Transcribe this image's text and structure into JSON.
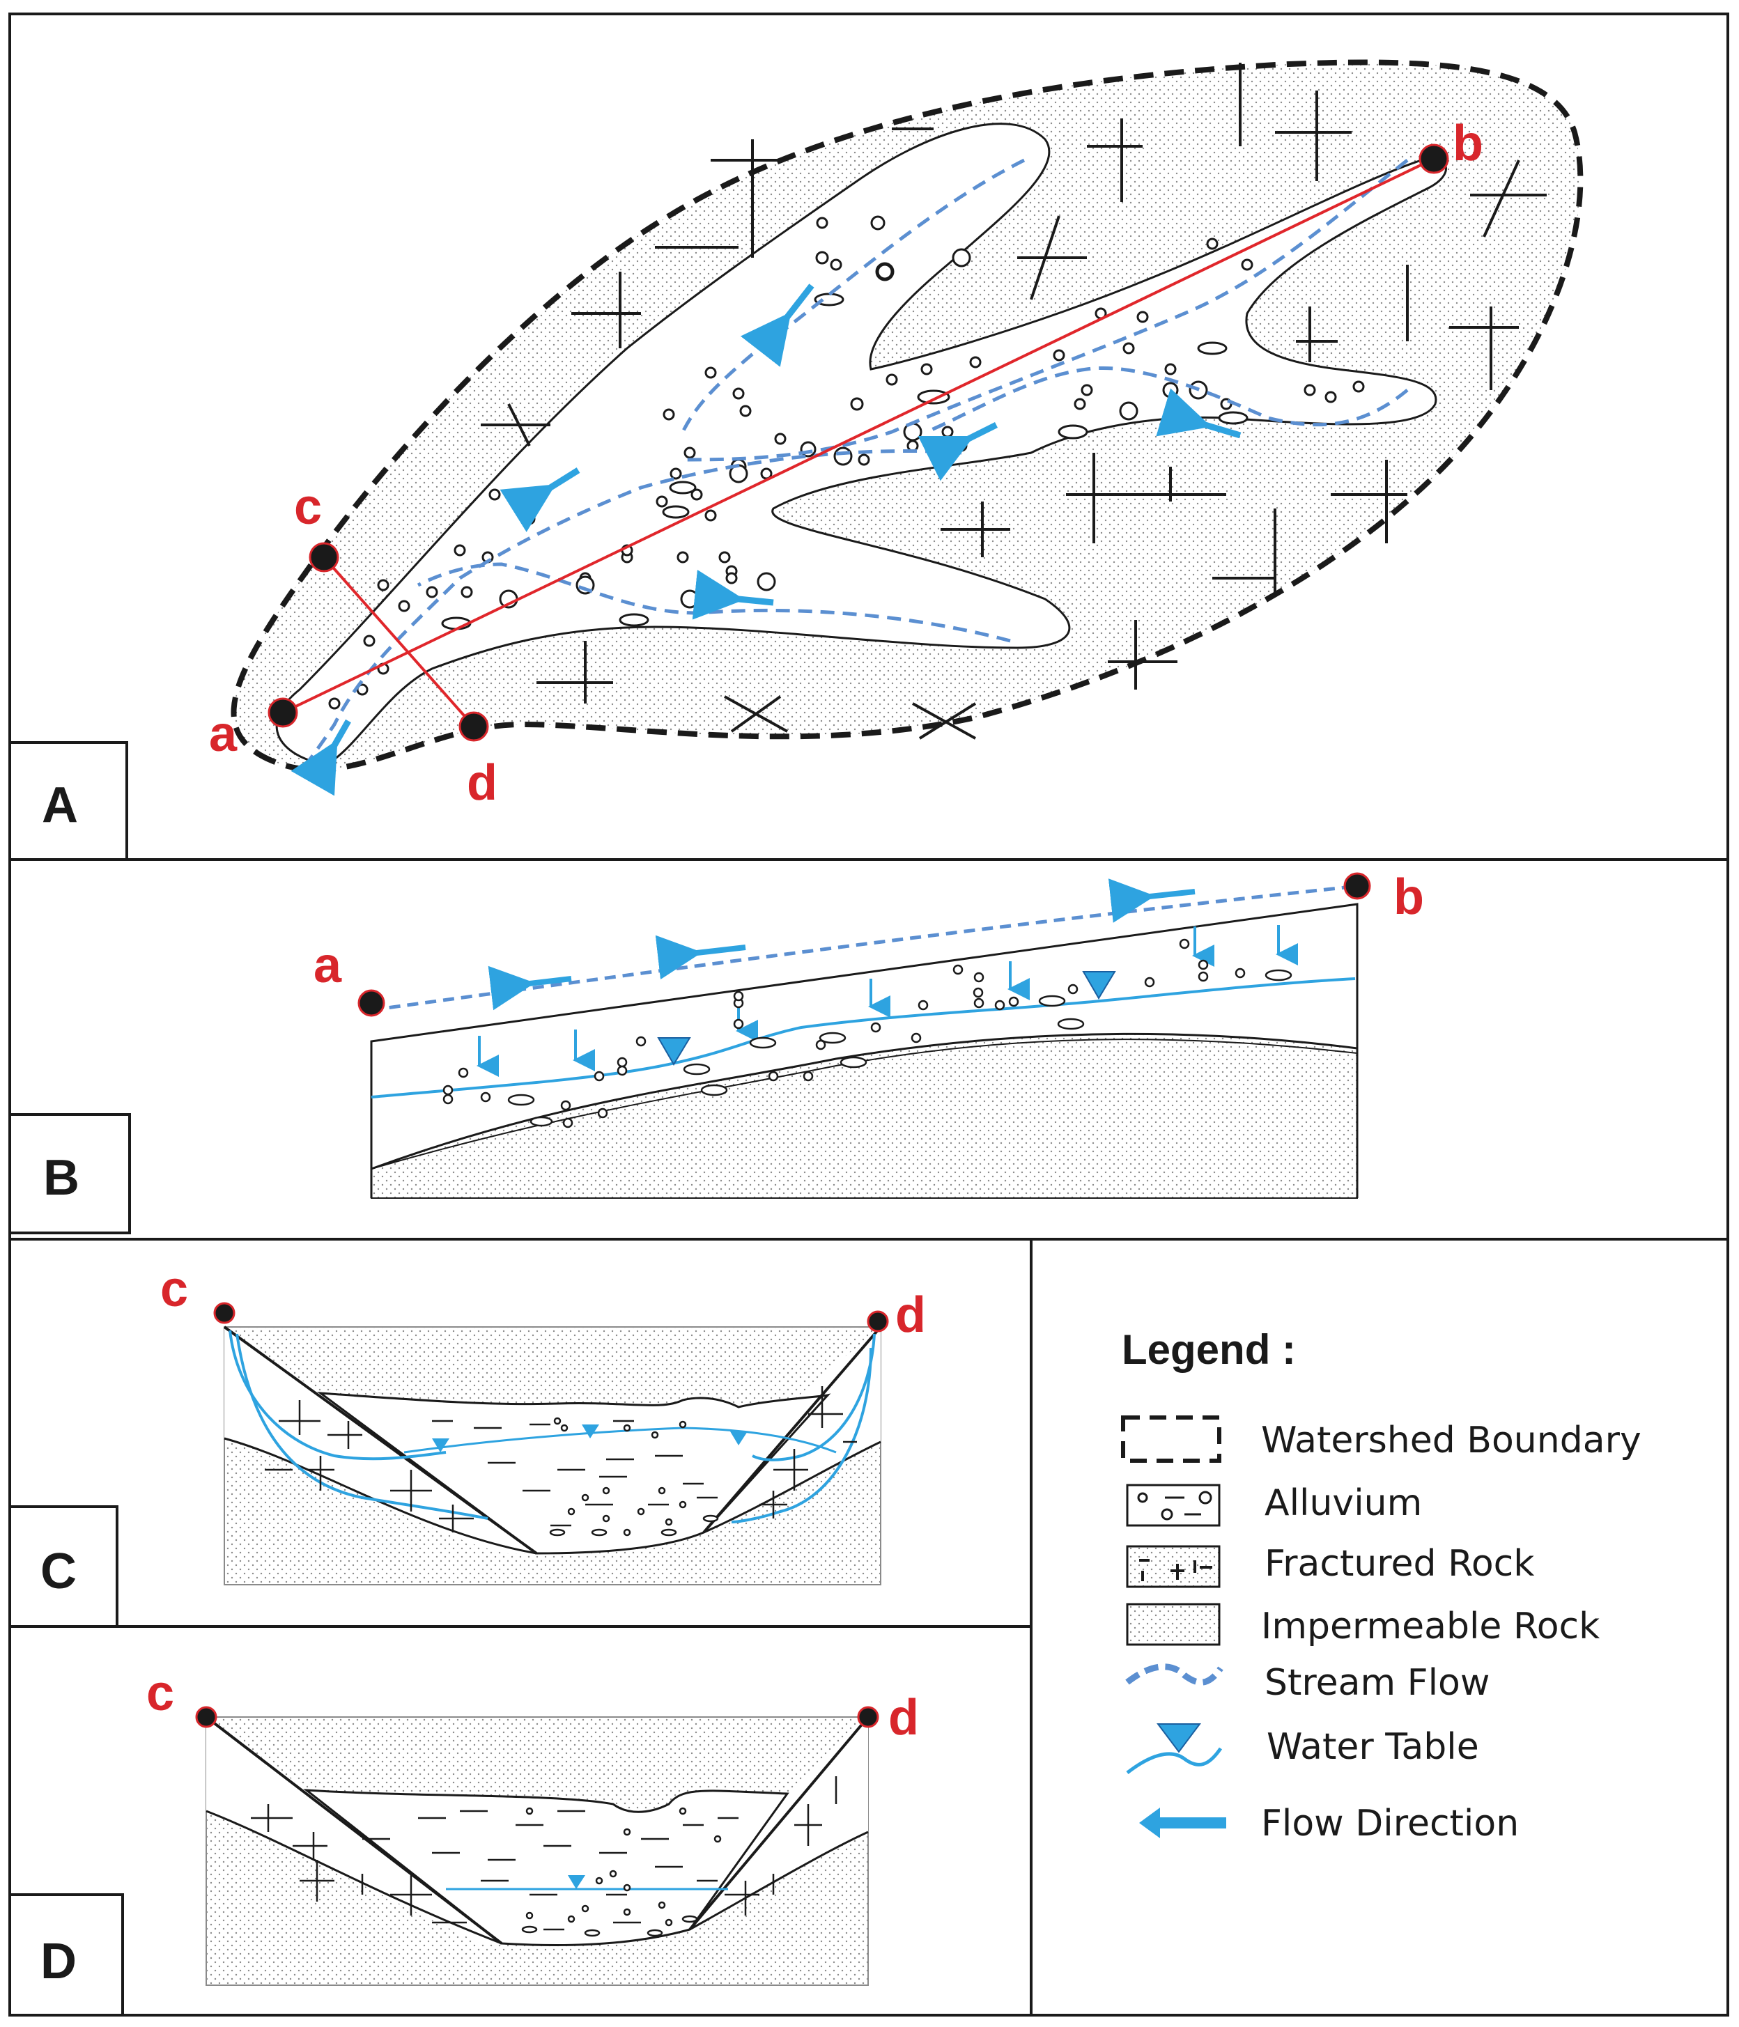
{
  "panels": {
    "A": "A",
    "B": "B",
    "C": "C",
    "D": "D"
  },
  "points": {
    "a": "a",
    "b": "b",
    "c": "c",
    "d": "d"
  },
  "legend": {
    "title": "Legend :",
    "items": [
      {
        "label": "Watershed Boundary",
        "icon": "dashed-box-icon"
      },
      {
        "label": "Alluvium",
        "icon": "circles-box-icon"
      },
      {
        "label": "Fractured Rock",
        "icon": "fractured-box-icon"
      },
      {
        "label": "Impermeable Rock",
        "icon": "dotted-box-icon"
      },
      {
        "label": "Stream Flow",
        "icon": "dashed-wave-icon"
      },
      {
        "label": "Water Table",
        "icon": "water-table-icon"
      },
      {
        "label": "Flow Direction",
        "icon": "arrow-left-icon"
      }
    ]
  },
  "colors": {
    "stream": "#5b8fd1",
    "water": "#2ea3e0",
    "section_line": "#e0262b",
    "point_label": "#d8262b",
    "outline": "#1a1a1a"
  }
}
